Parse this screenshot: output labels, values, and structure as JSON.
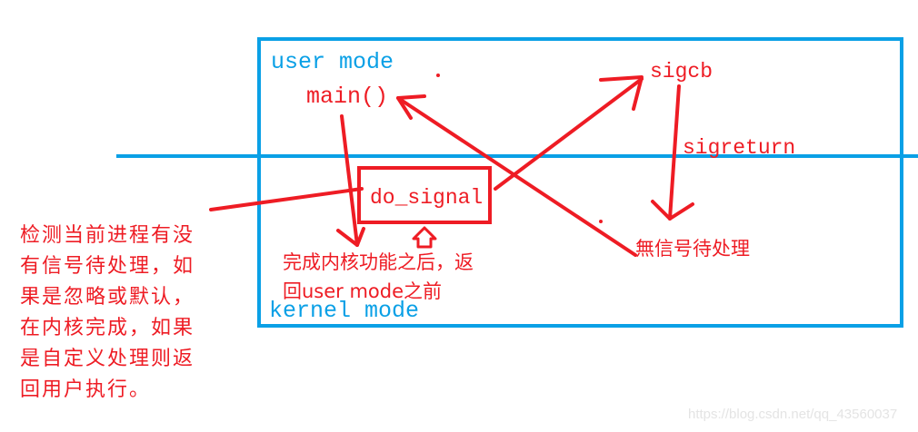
{
  "diagram": {
    "regions": {
      "user_mode_label": "user mode",
      "kernel_mode_label": "kernel mode"
    },
    "nodes": {
      "main": "main()",
      "sigcb": "sigcb",
      "sigreturn": "sigreturn",
      "do_signal": "do_signal",
      "no_signal": "無信号待处理"
    },
    "annotations": {
      "left_note_lines": [
        "检测当前进程有没",
        "有信号待处理，如",
        "果是忽略或默认，",
        "在内核完成，如果",
        "是自定义处理则返",
        "回用户执行。"
      ],
      "kernel_note_lines": [
        "完成内核功能之后，返",
        "回user mode之前"
      ]
    },
    "colors": {
      "region_border": "#0aa0e6",
      "annotation": "#ee1c24",
      "background": "#ffffff"
    },
    "watermark": "https://blog.csdn.net/qq_43560037"
  }
}
